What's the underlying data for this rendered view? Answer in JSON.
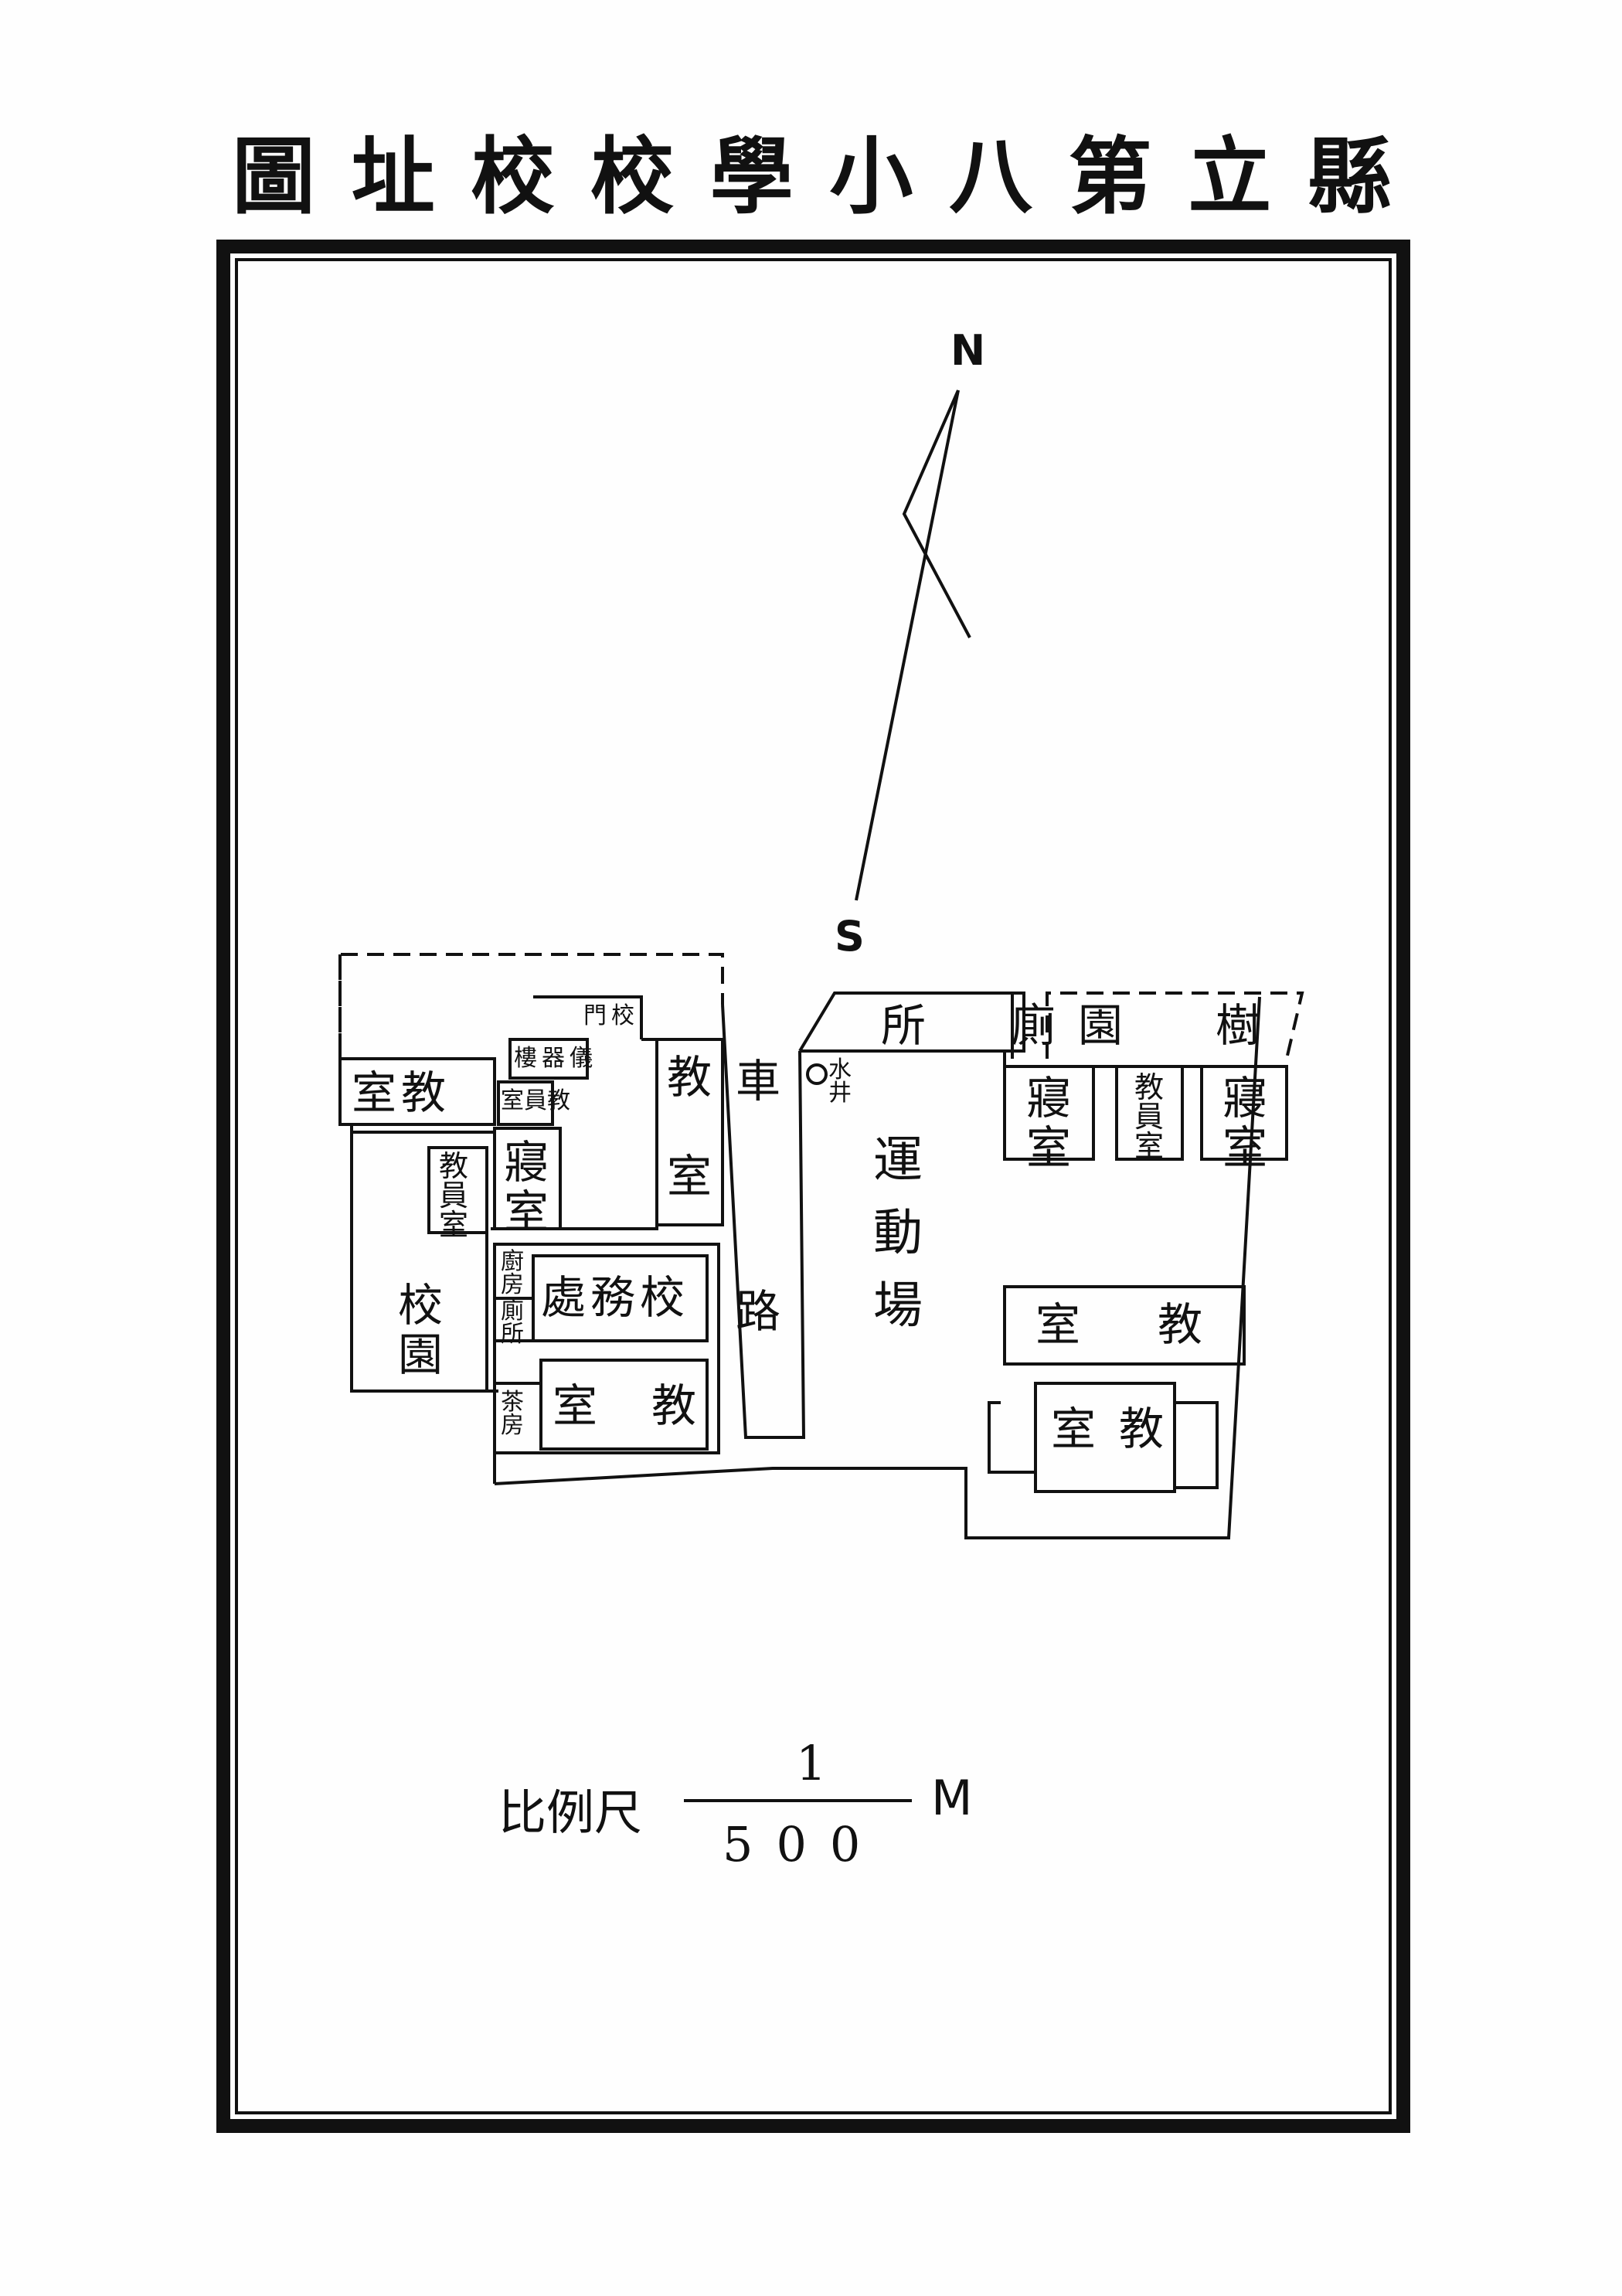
{
  "title": [
    "縣",
    "立",
    "第",
    "八",
    "小",
    "學",
    "校",
    "校",
    "址",
    "圖"
  ],
  "compass": {
    "north": "N",
    "south": "S"
  },
  "labels": {
    "classroom_nw": [
      "教",
      "室"
    ],
    "school_gate": [
      "校",
      "門"
    ],
    "workshop": [
      "儀",
      "器",
      "樓"
    ],
    "staff_room": [
      "教",
      "員",
      "室"
    ],
    "dorm_w": [
      "寢",
      "室"
    ],
    "classroom_w_small": [
      "教",
      "員",
      "室"
    ],
    "classroom_c": [
      "教",
      "室"
    ],
    "garden": [
      "校",
      "園"
    ],
    "office": [
      "校",
      "務",
      "處"
    ],
    "kitchen": [
      "廚",
      "房"
    ],
    "toilet_w": [
      "廁",
      "所"
    ],
    "tea_room": [
      "茶",
      "房"
    ],
    "classroom_sw": [
      "教",
      "室"
    ],
    "carriage_road": [
      "車",
      "路"
    ],
    "well": [
      "水",
      "井"
    ],
    "toilet_e": [
      "廁",
      "所"
    ],
    "tree_garden": [
      "樹",
      "園"
    ],
    "dorm_e1": [
      "寢",
      "室"
    ],
    "staff_room_e": [
      "教",
      "員",
      "室"
    ],
    "dorm_e2": [
      "寢",
      "室"
    ],
    "sports_field": [
      "運",
      "動",
      "場"
    ],
    "classroom_e1": [
      "教",
      "室"
    ],
    "classroom_e2": [
      "教",
      "室"
    ]
  },
  "scale": {
    "label": "比例尺",
    "numerator": "1",
    "denominator": "500",
    "unit": "M"
  }
}
